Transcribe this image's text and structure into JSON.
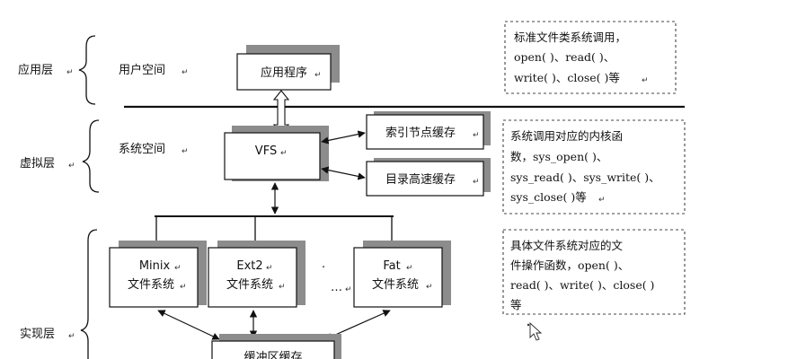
{
  "layers": {
    "app": "应用层",
    "virtual": "虚拟层",
    "impl": "实现层"
  },
  "spaces": {
    "user": "用户空间",
    "system": "系统空间"
  },
  "boxes": {
    "app_program": "应用程序",
    "vfs": "VFS",
    "inode_cache": "索引节点缓存",
    "dir_cache": "目录高速缓存",
    "minix_l1": "Minix",
    "minix_l2": "文件系统",
    "ext2_l1": "Ext2",
    "ext2_l2": "文件系统",
    "fat_l1": "Fat",
    "fat_l2": "文件系统",
    "ellipsis_1": "·",
    "ellipsis_2": "…",
    "buffer_cache": "缓冲区缓存"
  },
  "notes": {
    "std_calls": [
      "标准文件类系统调用，",
      "open( )、read( )、",
      "write( )、close( )等"
    ],
    "kernel_funcs": [
      "系统调用对应的内核函",
      "数，sys_open( )、",
      "sys_read( )、sys_write( )、",
      "sys_close( )等"
    ],
    "fs_ops": [
      "具体文件系统对应的文",
      "件操作函数，open( )、",
      "read( )、write( )、close( )",
      "等"
    ]
  },
  "colors": {
    "line": "#111111",
    "shadow": "#8c8c8c",
    "box_fill": "#ffffff",
    "dash": "#444444",
    "mark": "#555555"
  }
}
